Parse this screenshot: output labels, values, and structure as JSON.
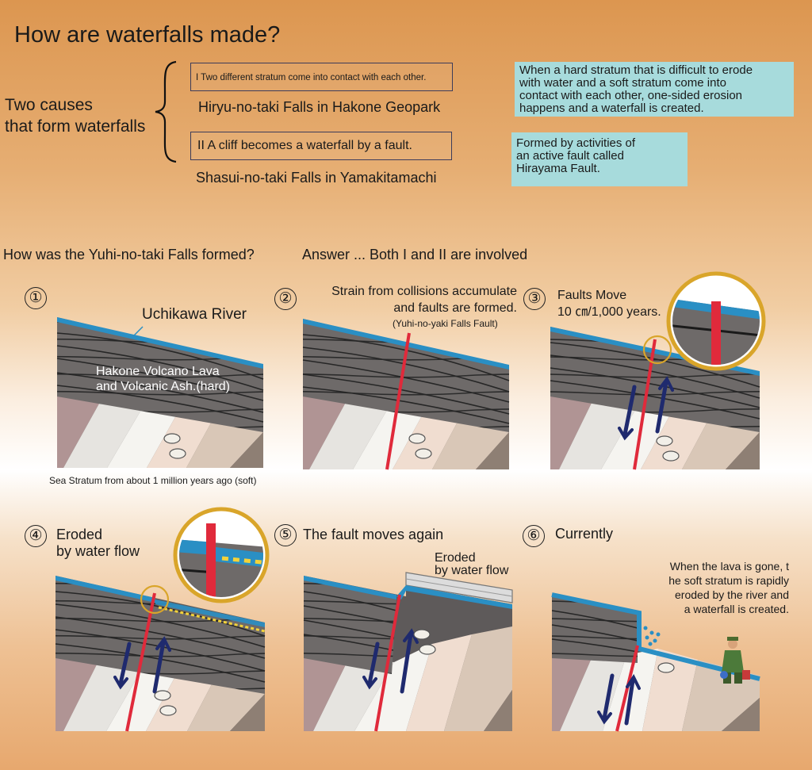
{
  "title": "How are waterfalls made?",
  "causes": {
    "heading_line1": "Two causes",
    "heading_line2": "that form waterfalls",
    "cause1": {
      "label": "I Two different stratum come into contact with each other.",
      "example": "Hiryu-no-taki Falls in Hakone Geopark"
    },
    "cause2": {
      "label": "II  A cliff becomes a waterfall by a fault.",
      "example": "Shasui-no-taki Falls in Yamakitamachi"
    },
    "note1": [
      "When a hard stratum that is difficult to erode",
      "with water and a soft stratum come into",
      "contact with each other, one-sided erosion",
      "happens and a waterfall is created."
    ],
    "note2": [
      "Formed by activities of",
      "an active fault called",
      "Hirayama Fault."
    ]
  },
  "question": "How was the Yuhi-no-taki Falls formed?",
  "answer": "Answer ... Both I and II are involved",
  "panels": {
    "p1": {
      "num": "①",
      "river": "Uchikawa River",
      "lava_line1": "Hakone Volcano Lava",
      "lava_line2": "and Volcanic Ash.(hard)",
      "sea": "Sea Stratum from about 1 million years ago (soft)"
    },
    "p2": {
      "num": "②",
      "caption_line1": "Strain from collisions accumulate",
      "caption_line2": "and faults are formed.",
      "fault_name": "(Yuhi-no-yaki Falls Fault)"
    },
    "p3": {
      "num": "③",
      "caption_line1": "Faults Move",
      "caption_line2": "10 ㎝/1,000 years."
    },
    "p4": {
      "num": "④",
      "caption_line1": "Eroded",
      "caption_line2": "by water flow"
    },
    "p5": {
      "num": "⑤",
      "caption": "The fault moves again",
      "erode_line1": "Eroded",
      "erode_line2": "by water flow"
    },
    "p6": {
      "num": "⑥",
      "caption": "Currently",
      "note_line1": "When the lava is gone, t",
      "note_line2": "he soft stratum is rapidly",
      "note_line3": "eroded by the river and",
      "note_line4": "a waterfall is created."
    }
  },
  "colors": {
    "river": "#2a8fc4",
    "lava": "#6e6a69",
    "fault": "#e02a3b",
    "arrow": "#1f2a6e",
    "callout_ring": "#d9a52a",
    "note_bg": "#a7dbdc"
  }
}
